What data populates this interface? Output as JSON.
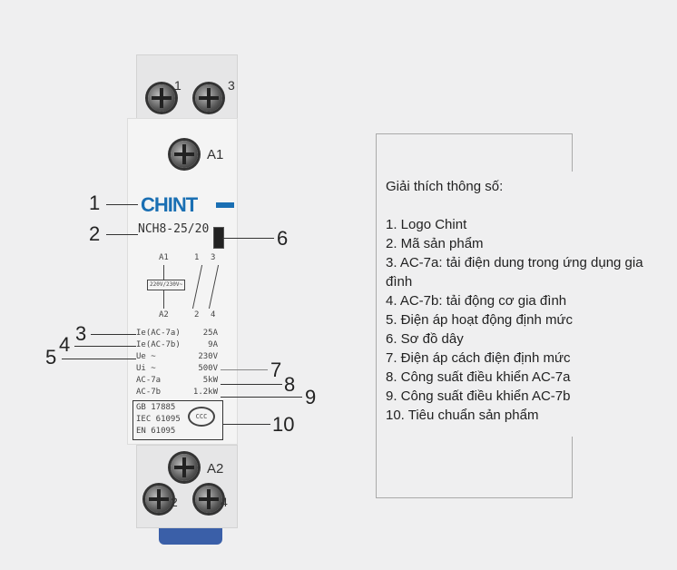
{
  "device": {
    "brand": "CHINT",
    "model": "NCH8-25/20",
    "terminals": {
      "top_left": "1",
      "top_right": "3",
      "coil_top": "A1",
      "coil_bottom": "A2",
      "bottom_left": "2",
      "bottom_right": "4"
    },
    "diagram": {
      "a1": "A1",
      "a2": "A2",
      "coil_label": "220V/230V~",
      "c1": "1",
      "c3": "3",
      "c2": "2",
      "c4": "4"
    },
    "specs": [
      {
        "label": "Ie(AC-7a)",
        "value": "25A"
      },
      {
        "label": "Ie(AC-7b)",
        "value": "9A"
      },
      {
        "label": "Ue ~",
        "value": "230V"
      },
      {
        "label": "Ui ~",
        "value": "500V"
      },
      {
        "label": "AC-7a",
        "value": "5kW"
      },
      {
        "label": "AC-7b",
        "value": "1.2kW"
      }
    ],
    "standards": [
      "GB 17885",
      "IEC 61095",
      "EN 61095"
    ],
    "cert_mark": "CCC"
  },
  "callouts": [
    "1",
    "2",
    "3",
    "4",
    "5",
    "6",
    "7",
    "8",
    "9",
    "10"
  ],
  "legend": {
    "title": "Giải thích thông số:",
    "items": [
      "1. Logo Chint",
      "2. Mã sản phẩm",
      "3. AC-7a: tải điện dung trong ứng dụng gia đình",
      "4. AC-7b: tải động cơ gia đình",
      "5. Điện áp hoạt động định mức",
      "6. Sơ đồ dây",
      "7. Điện áp cách điện định mức",
      "8. Công suất điều khiển AC-7a",
      "9. Công suất điều khiển AC-7b",
      "10. Tiêu chuẩn sản phẩm"
    ]
  },
  "colors": {
    "brand": "#1a6fb3",
    "background": "#efeff0"
  }
}
